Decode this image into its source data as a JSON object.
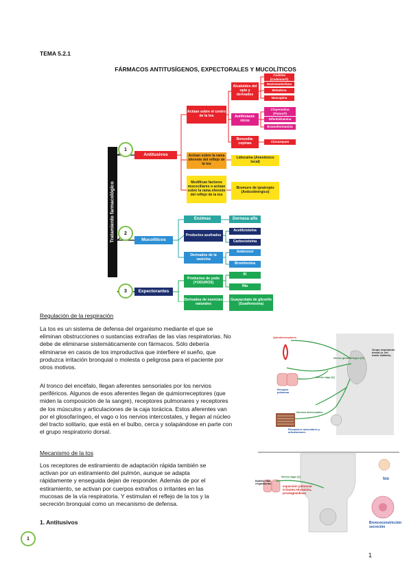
{
  "tema": "TEMA 5.2.1",
  "title": "FÁRMACOS ANTITUSÍGENOS, EXPECTORALES Y MUCOLÍTICOS",
  "diagram": {
    "vertical_label": "Tratamiento farmacológico",
    "circles": [
      "1",
      "2",
      "3"
    ],
    "antitusivos": {
      "label": "Antitusivos",
      "centro": "Actúan sobre el centro de la tos",
      "alcaloides": "Alcaloides del opio y derivados",
      "alcaloides_items": [
        "Codeína (Codeisan®)",
        "Dextrometorfano",
        "Metadona",
        "Noscapina"
      ],
      "antihist": "Antihistamí-nicos",
      "antihist_items": [
        "Cloperastina (Flutox®)",
        "Difenhidramina",
        "Bromofeniramina"
      ],
      "benzo": "Benzodia-cepinas",
      "benzo_items": [
        "Clonazepam"
      ],
      "rama": "Actúan sobre la rama aferente del reflejo de la tos",
      "lidocaina": "Lidocaína (Anestésico local)",
      "modif": "Modifican factores mucociliares o actúan sobre la rama eferente del reflejo de la tos",
      "ipratropio": "Bromuro de ipratropio (Anticolinérgico)"
    },
    "mucoliticos": {
      "label": "Mucolíticos",
      "enzimas": "Enzimas",
      "dornasa": "Dornasa alfa",
      "azufrados": "Productos azufrados",
      "azufrados_items": [
        "Acetilcisteína",
        "Carbocisteína"
      ],
      "vasicina": "Derivados de la vasicina",
      "vasicina_items": [
        "Ambroxol",
        "Bromhexina"
      ]
    },
    "expectorantes": {
      "label": "Expectorantes",
      "yodo": "Productos de yodo (YODUROS)",
      "yodo_items": [
        "IK",
        "INa"
      ],
      "esencias": "Derivados de esencias naturales",
      "guayacolato": "Guayacolato de glicerilo (Guaifenesina)"
    }
  },
  "regulacion": {
    "heading": "Regulación de la respiración",
    "p1_lines": [
      "La tos es un sistema de defensa del organismo mediante el que se",
      "eliminan obstrucciones o sustancias extrañas de las vías respiratorias. No",
      "debe de eliminarse sistemáticamente con fármacos. Sólo debería",
      "eliminarse en casos de tos improductiva que interfiere el sueño, que",
      "produzca irritación bronquial o molesta o peligrosa para el paciente por",
      "otros motivos."
    ],
    "p2_lines": [
      "Al tronco del encéfalo, llegan aferentes sensoriales por los nervios",
      "periféricos. Algunos de esos aferentes llegan de quimiorreceptores (que",
      "miden la composición de la sangre), receptores pulmonares y receptores",
      "de los músculos y articulaciones de la caja torácica. Estos aferentes van",
      "por el glosofaríngeo, el vago o los nervios intercostales, y llegan al núcleo",
      "del tracto solitario, que está en el bulbo, cerca y solapándose en parte con",
      "el grupo respiratorio dorsal."
    ],
    "figure_labels": {
      "quimio": "Quimiorreceptores",
      "glosofaringeo": "Nervio glosofaríngeo (IX)",
      "grupo": "Grupo respiratorio dorsal (n. del tracto solitario)",
      "vago": "Nervio vago (X)",
      "pulmonar": "Receptor pulmonar",
      "intercostales": "Nervios intercostales",
      "musculo": "Receptores musculares y articulaciones"
    }
  },
  "mecanismo": {
    "heading": "Mecanismo de la tos",
    "p_lines": [
      "Los receptores de estiramiento de adaptación rápida también se",
      "activan por un estiramiento del pulmón, aunque se adapta",
      "rápidamente y enseguida dejan de responder. Además de por el",
      "estiramiento, se activan por cuerpos extraños o irritantes en las",
      "mucosas de la vía respiratoria. Y estimulan el reflejo de la tos y la",
      "secreción bronquial como un mecanismo de defensa."
    ],
    "figure_labels": {
      "epitelio": "Epitelio vías respiratorias",
      "vago": "Nervio vago (X)",
      "estimulos": "expansión pulmonar irritantes Histamina, prostaglandinas",
      "tos": "tos",
      "bronco": "Broncoconstricción secreción"
    }
  },
  "section1": "1. Antitusivos",
  "bottom_circle": "1",
  "page_number": "1"
}
